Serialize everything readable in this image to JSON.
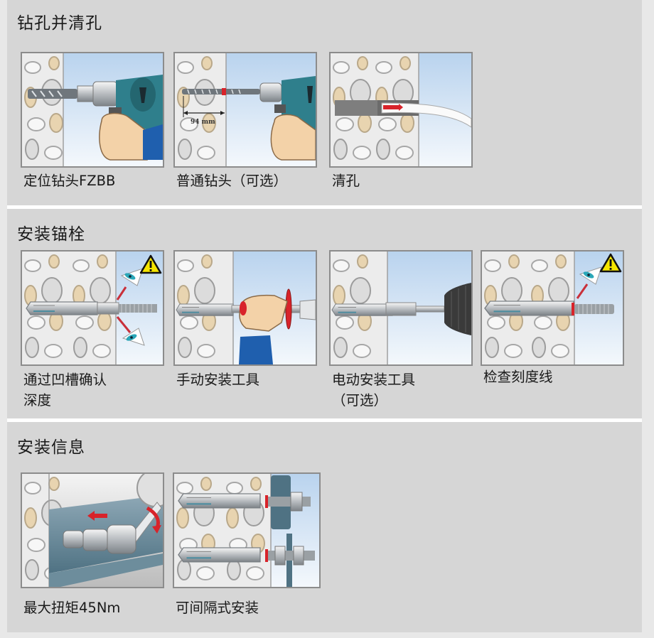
{
  "sections": [
    {
      "title": "钻孔并清孔",
      "steps": [
        {
          "caption": "定位钻头FZBB",
          "illustration": "drill-with-positioning-bit"
        },
        {
          "caption": "普通钻头（可选）",
          "illustration": "drill-with-standard-bit",
          "dimension_label": "94 mm"
        },
        {
          "caption": "清孔",
          "illustration": "blow-out-hole"
        }
      ]
    },
    {
      "title": "安装锚栓",
      "steps": [
        {
          "caption": "通过凹槽确认\n深度",
          "illustration": "check-depth-groove",
          "icon": "warning-icon"
        },
        {
          "caption": "手动安装工具",
          "illustration": "manual-setting-tool"
        },
        {
          "caption": "电动安装工具\n（可选）",
          "illustration": "power-setting-tool"
        },
        {
          "caption": "检查刻度线",
          "illustration": "check-marking-line",
          "icon": "warning-icon"
        }
      ]
    },
    {
      "title": "安装信息",
      "steps": [
        {
          "caption": "最大扭矩45Nm",
          "illustration": "torque-wrench"
        },
        {
          "caption": "可间隔式安装",
          "illustration": "stand-off-installation"
        }
      ]
    }
  ],
  "colors": {
    "panel": "#d6d6d6",
    "page": "#e8e8e8",
    "separator": "#ffffff",
    "frame": "#8c8c8c",
    "concrete": "#ececec",
    "sky": "#c9ddf0",
    "drill": "#2f7f8c",
    "sleeve_blue": "#1f5fae",
    "skin": "#f3d2a8",
    "accent_red": "#d8232a",
    "warning_yellow": "#f5e500"
  }
}
